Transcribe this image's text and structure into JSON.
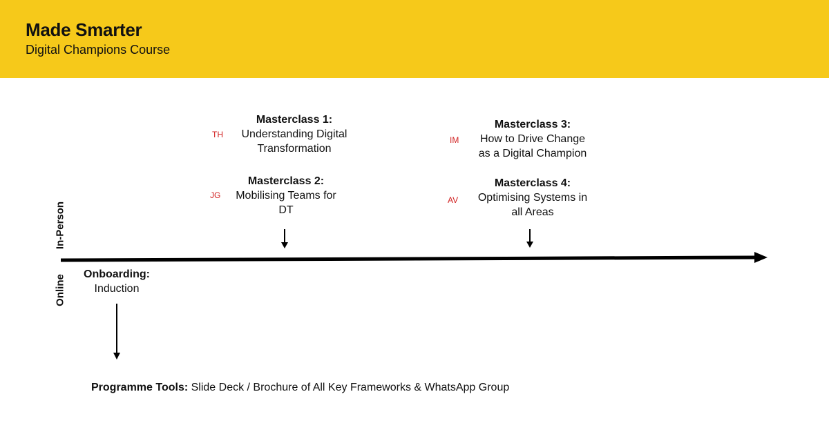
{
  "header": {
    "title": "Made Smarter",
    "subtitle": "Digital Champions Course"
  },
  "timeline": {
    "above_label": "In-Person",
    "below_label": "Online"
  },
  "events": [
    {
      "id": "mc1",
      "title": "Masterclass 1:",
      "description": "Understanding Digital\nTransformation",
      "initials": "TH",
      "lane": "in-person"
    },
    {
      "id": "mc2",
      "title": "Masterclass 2:",
      "description": "Mobilising Teams for\nDT",
      "initials": "JG",
      "lane": "in-person"
    },
    {
      "id": "mc3",
      "title": "Masterclass 3:",
      "description": "How to Drive Change\nas a Digital Champion",
      "initials": "IM",
      "lane": "in-person"
    },
    {
      "id": "mc4",
      "title": "Masterclass 4:",
      "description": "Optimising Systems in\nall Areas",
      "initials": "AV",
      "lane": "in-person"
    },
    {
      "id": "onboarding",
      "title": "Onboarding:",
      "description": "Induction",
      "lane": "online"
    }
  ],
  "tools": {
    "label": "Programme Tools:",
    "text": " Slide Deck / Brochure of All Key Frameworks & WhatsApp Group"
  },
  "colors": {
    "header_bg": "#f6c91a",
    "initials": "#d11f1f",
    "text": "#111111"
  }
}
